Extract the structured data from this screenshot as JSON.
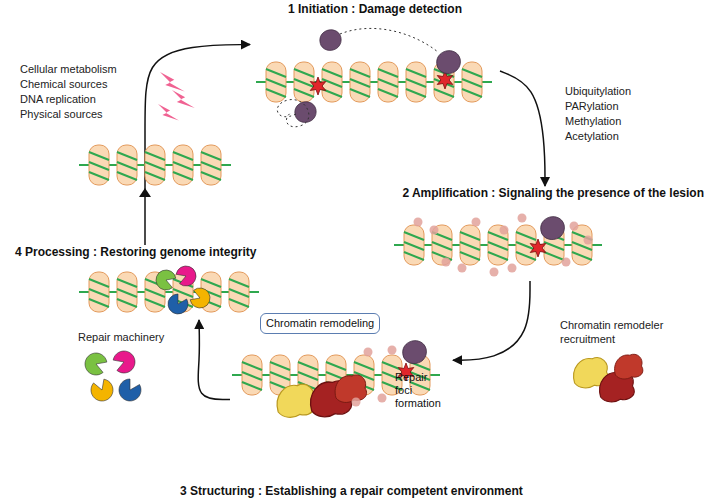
{
  "diagram": {
    "nodes": [
      {
        "text": [
          "1 Initiation : Damage detection"
        ]
      },
      {
        "text": [
          "2 Amplification : Signaling the presence of the lesion"
        ]
      },
      {
        "text": [
          "3 Structuring : Establishing a repair competent environment"
        ]
      },
      {
        "text": [
          "Chromatin remodeling"
        ],
        "in": 2
      },
      {
        "text": [
          "Repair foci formation"
        ],
        "in": 2
      },
      {
        "text": [
          "4 Processing : Restoring genome integrity"
        ]
      }
    ],
    "edges": [
      {
        "from": 0,
        "to": 1,
        "arrow": "to"
      },
      {
        "from": 1,
        "to": 2,
        "arrow": "to"
      },
      {
        "from": 2,
        "to": 5,
        "arrow": "to"
      },
      {
        "from": 5,
        "to": 0,
        "arrow": "to"
      }
    ],
    "labels": [
      "Cellular metabolism",
      "Chemical sources",
      "DNA replication",
      "Physical sources",
      "Ubiquitylation",
      "PARylation",
      "Methylation",
      "Acetylation",
      "Chromatin remodeler recruitment",
      "Repair machinery"
    ]
  }
}
